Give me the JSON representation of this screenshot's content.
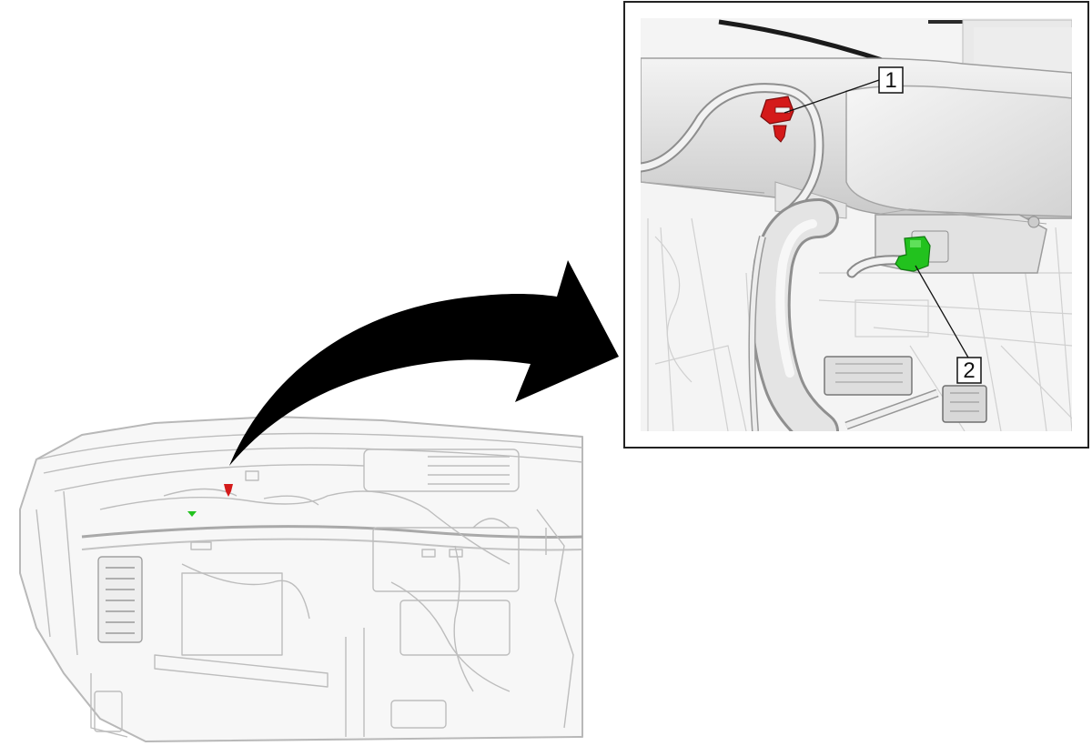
{
  "diagram": {
    "callouts": [
      {
        "number": "1",
        "part": "fastener",
        "color": "#d41a1a"
      },
      {
        "number": "2",
        "part": "connector",
        "color": "#22c21e"
      }
    ],
    "colors": {
      "highlight_red": "#d41a1a",
      "highlight_green": "#22c21e",
      "arrow": "#000000",
      "frame": "#222222",
      "line_art": "#b5b5b5"
    }
  }
}
